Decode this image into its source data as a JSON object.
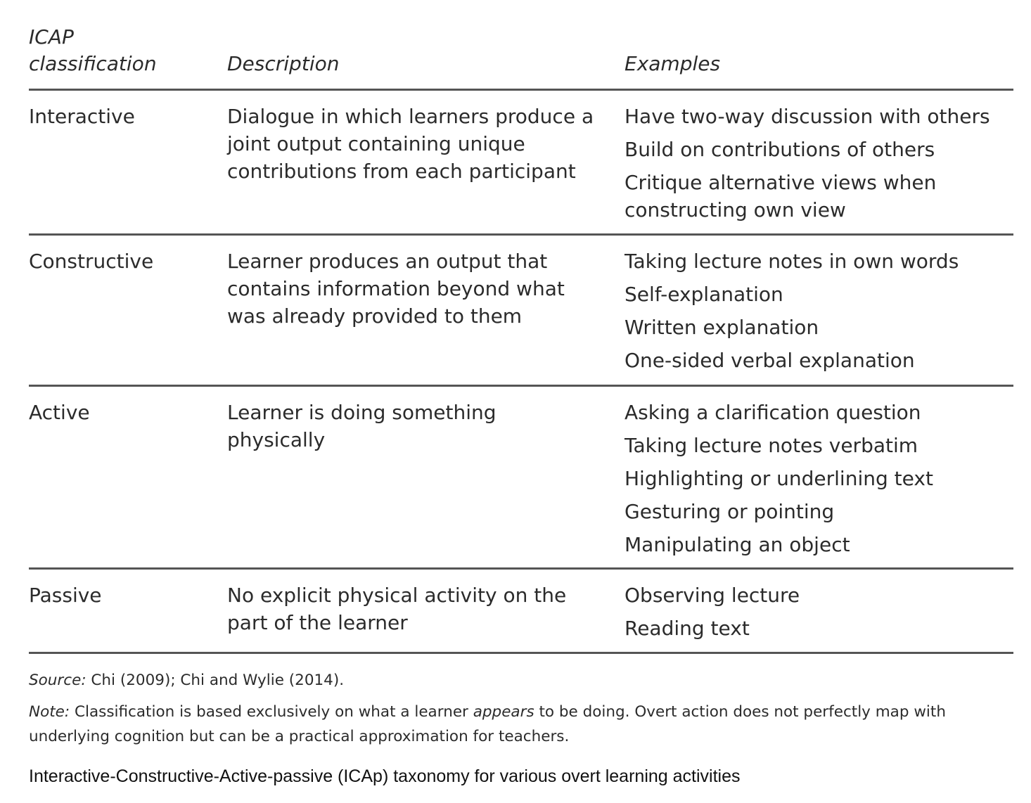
{
  "table": {
    "headers": [
      "ICAP\nclassification",
      "Description",
      "Examples"
    ],
    "rows": [
      {
        "classification": "Interactive",
        "description": "Dialogue in which learners produce a joint output containing unique contributions from each participant",
        "examples": [
          "Have two-way discussion with others",
          "Build on contributions of others",
          "Critique alternative views when constructing own view"
        ]
      },
      {
        "classification": "Constructive",
        "description": "Learner produces an output that contains information beyond what was already provided to them",
        "examples": [
          "Taking lecture notes in own words",
          "Self-explanation",
          "Written explanation",
          "One-sided verbal explanation"
        ]
      },
      {
        "classification": "Active",
        "description": "Learner is doing something physically",
        "examples": [
          "Asking a clarification question",
          "Taking lecture notes verbatim",
          "Highlighting or underlining text",
          "Gesturing or pointing",
          "Manipulating an object"
        ]
      },
      {
        "classification": "Passive",
        "description": "No explicit physical activity on the part of the learner",
        "examples": [
          "Observing lecture",
          "Reading text"
        ]
      }
    ]
  },
  "footnotes": {
    "source_label": "Source:",
    "source_text": " Chi (2009); Chi and Wylie (2014).",
    "note_label": "Note:",
    "note_text_1": " Classification is based exclusively on what a learner ",
    "note_emphasis": "appears",
    "note_text_2": " to be doing. Overt action does not perfectly map with underlying cognition but can be a practical approximation for teachers."
  },
  "caption": "Interactive-Constructive-Active-passive (ICAp) taxonomy for various overt learning activities"
}
